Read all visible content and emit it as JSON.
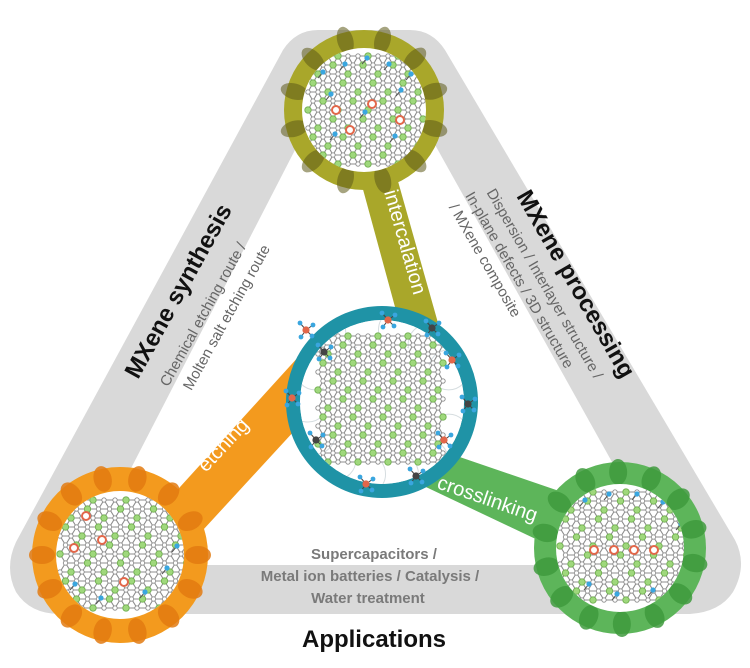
{
  "synthesis": {
    "title": "MXene synthesis",
    "lines": [
      "Chemical etching route /",
      "Molten salt etching route"
    ]
  },
  "processing": {
    "title": "MXene processing",
    "lines": [
      "Dispersion / Interlayer structure /",
      "In-plane defects / 3D structure",
      "/ MXene composite"
    ]
  },
  "applications": {
    "title": "Applications",
    "lines": [
      "Supercapacitors /",
      "Metal ion batteries / Catalysis /",
      "Water treatment"
    ]
  },
  "connectors": {
    "intercalation": "intercalation",
    "etching": "etching",
    "crosslinking": "crosslinking"
  },
  "colors": {
    "frame": "#d9d9d9",
    "olive": "#a9a72a",
    "orange": "#f39a1e",
    "green": "#5db55a",
    "teal": "#1f93a6",
    "atom_green": "#9fd87c",
    "atom_red": "#e2674a",
    "atom_blue": "#3aa6df",
    "bond_gray": "#8c8c8c"
  }
}
